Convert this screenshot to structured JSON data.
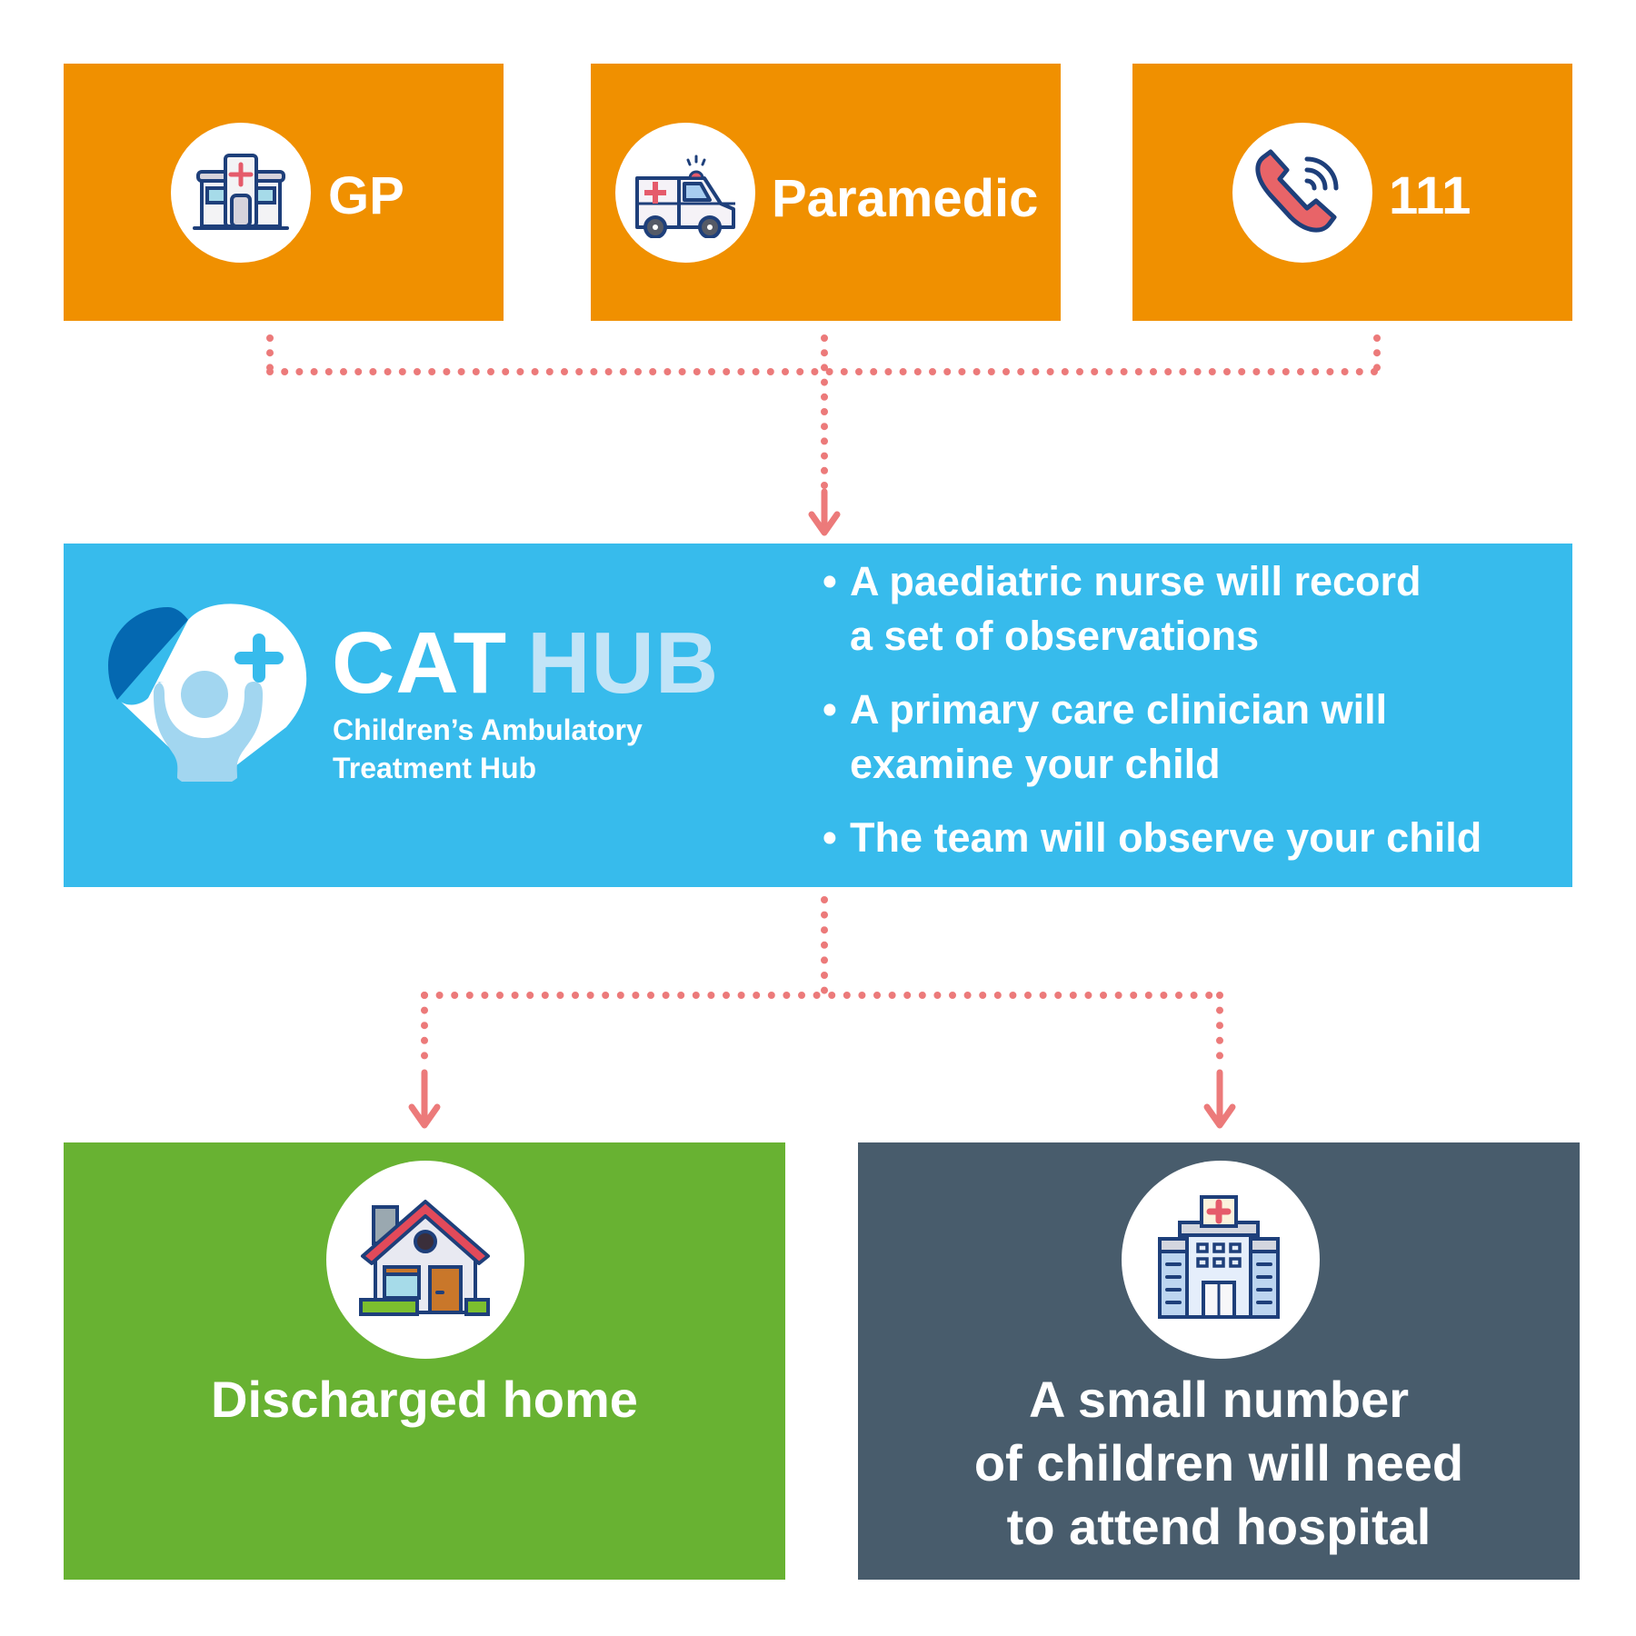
{
  "colors": {
    "orange": "#f09000",
    "blue": "#37bbec",
    "green": "#68b232",
    "slate": "#485c6c",
    "connector": "#ec7a7a",
    "icon_outline": "#1e3f7a"
  },
  "sources": [
    {
      "label": "GP",
      "icon": "gp-surgery-icon"
    },
    {
      "label": "Paramedic",
      "icon": "ambulance-icon"
    },
    {
      "label": "111",
      "icon": "phone-icon"
    }
  ],
  "hub": {
    "logo_icon": "heart-child-plus-logo",
    "title_part1": "CAT",
    "title_part2": "HUB",
    "subtitle_line1": "Children’s Ambulatory",
    "subtitle_line2": "Treatment Hub",
    "bullets": [
      {
        "line1": "A paediatric nurse will record",
        "line2": "a set of observations"
      },
      {
        "line1": "A primary care clinician will",
        "line2": "examine your child"
      },
      {
        "line1": "The team will observe your child",
        "line2": ""
      }
    ]
  },
  "outcomes": [
    {
      "icon": "house-icon",
      "lines": [
        "Discharged home"
      ]
    },
    {
      "icon": "hospital-icon",
      "lines": [
        "A small number",
        "of children will need",
        "to attend hospital"
      ]
    }
  ]
}
